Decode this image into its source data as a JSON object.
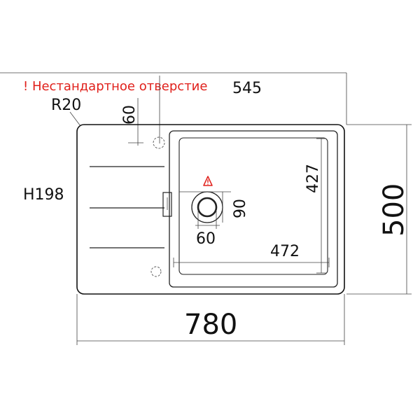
{
  "notice": "! Нестандартное отверстие",
  "colors": {
    "warning": "#e0201b",
    "line": "#222222"
  },
  "dimensions": {
    "bowl_offset": "545",
    "corner_radius": "R20",
    "tap_hole_offset": "60",
    "depth": "H198",
    "bowl_height": "427",
    "drain_offset": "90",
    "drain_diameter": "60",
    "bowl_width": "472",
    "total_height": "500",
    "total_width": "780"
  },
  "icons": {
    "warning": "warning-triangle-icon"
  }
}
